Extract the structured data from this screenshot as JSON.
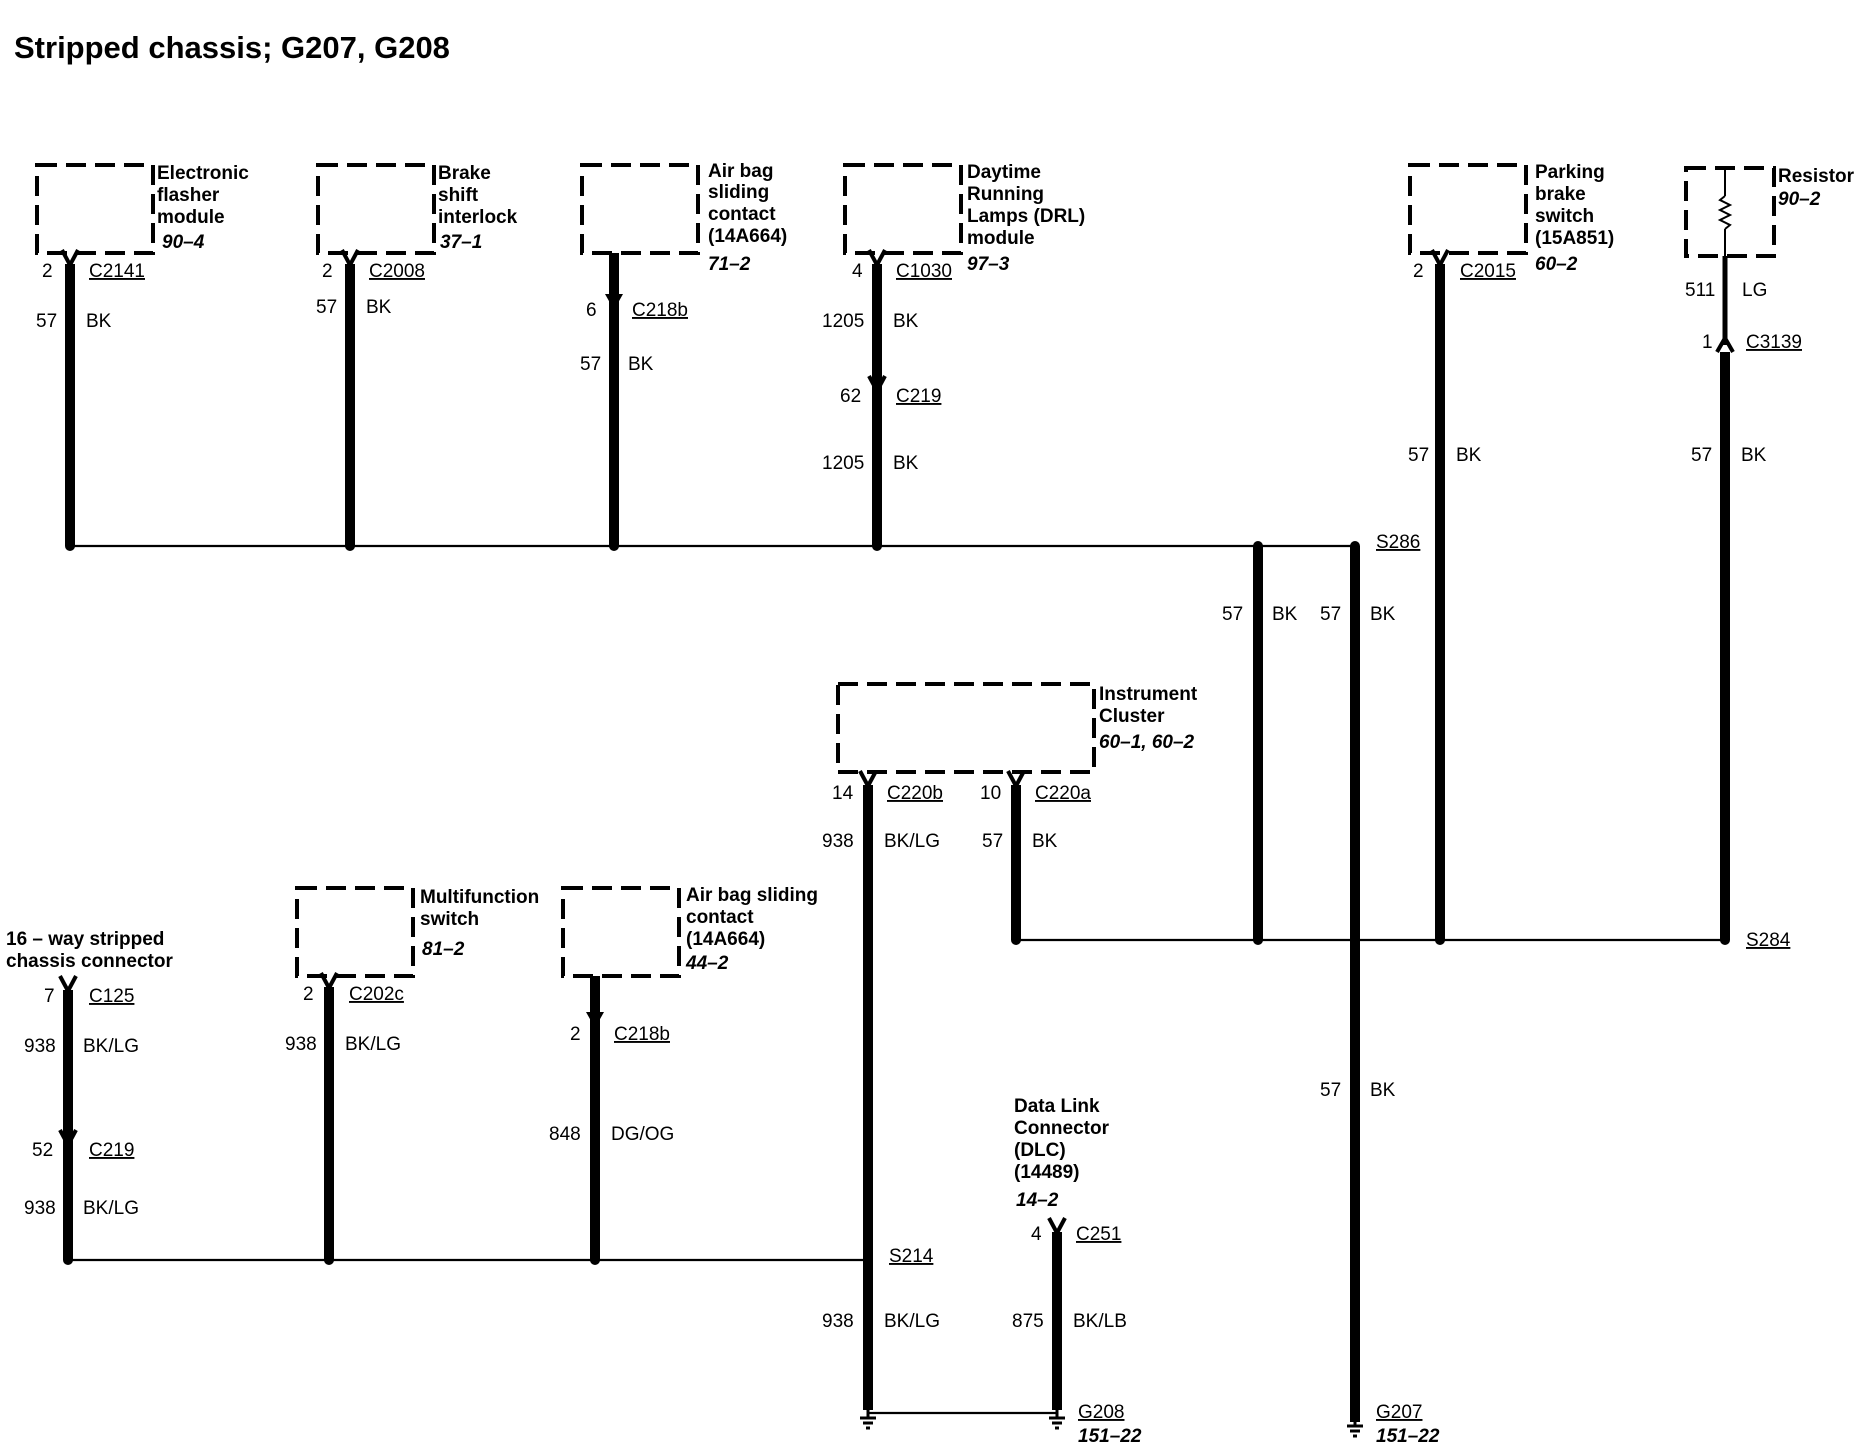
{
  "title": "Stripped chassis; G207, G208",
  "components": {
    "efm": {
      "name": [
        "Electronic",
        "flasher",
        "module"
      ],
      "ref": "90–4"
    },
    "bsi": {
      "name": [
        "Brake",
        "shift",
        "interlock"
      ],
      "ref": "37–1"
    },
    "airbag1": {
      "name": [
        "Air bag",
        "sliding",
        "contact",
        "(14A664)"
      ],
      "ref": "71–2"
    },
    "drl": {
      "name": [
        "Daytime",
        "Running",
        "Lamps (DRL)",
        "module"
      ],
      "ref": "97–3"
    },
    "pbs": {
      "name": [
        "Parking",
        "brake",
        "switch",
        "(15A851)"
      ],
      "ref": "60–2"
    },
    "resistor": {
      "name": [
        "Resistor"
      ],
      "ref": "90–2"
    },
    "cluster": {
      "name": [
        "Instrument",
        "Cluster"
      ],
      "ref": "60–1, 60–2"
    },
    "mfs": {
      "name": [
        "Multifunction",
        "switch"
      ],
      "ref": "81–2"
    },
    "airbag2": {
      "name": [
        "Air bag sliding",
        "contact",
        "(14A664)"
      ],
      "ref": "44–2"
    },
    "stripped": {
      "name": [
        "16 – way stripped",
        "chassis connector"
      ]
    },
    "dlc": {
      "name": [
        "Data Link",
        "Connector",
        "(DLC)",
        "(14489)"
      ],
      "ref": "14–2"
    }
  },
  "connectors": {
    "c2141": {
      "id": "C2141",
      "pin": "2"
    },
    "c2008": {
      "id": "C2008",
      "pin": "2"
    },
    "c218b_top": {
      "id": "C218b",
      "pin": "6"
    },
    "c1030": {
      "id": "C1030",
      "pin": "4"
    },
    "c219_top": {
      "id": "C219",
      "pin": "62"
    },
    "c2015": {
      "id": "C2015",
      "pin": "2"
    },
    "c3139": {
      "id": "C3139",
      "pin": "1"
    },
    "c220b": {
      "id": "C220b",
      "pin": "14"
    },
    "c220a": {
      "id": "C220a",
      "pin": "10"
    },
    "c125": {
      "id": "C125",
      "pin": "7"
    },
    "c219_bot": {
      "id": "C219",
      "pin": "52"
    },
    "c202c": {
      "id": "C202c",
      "pin": "2"
    },
    "c218b_bot": {
      "id": "C218b",
      "pin": "2"
    },
    "c251": {
      "id": "C251",
      "pin": "4"
    }
  },
  "wires": {
    "w1": {
      "circuit": "57",
      "color": "BK"
    },
    "w2": {
      "circuit": "57",
      "color": "BK"
    },
    "w3": {
      "circuit": "57",
      "color": "BK"
    },
    "w4a": {
      "circuit": "1205",
      "color": "BK"
    },
    "w4b": {
      "circuit": "1205",
      "color": "BK"
    },
    "w5": {
      "circuit": "57",
      "color": "BK"
    },
    "w6a": {
      "circuit": "511",
      "color": "LG"
    },
    "w6b": {
      "circuit": "57",
      "color": "BK"
    },
    "wS286a": {
      "circuit": "57",
      "color": "BK"
    },
    "wS286b": {
      "circuit": "57",
      "color": "BK"
    },
    "w220b": {
      "circuit": "938",
      "color": "BK/LG"
    },
    "w220a": {
      "circuit": "57",
      "color": "BK"
    },
    "w125a": {
      "circuit": "938",
      "color": "BK/LG"
    },
    "w125b": {
      "circuit": "938",
      "color": "BK/LG"
    },
    "w202c": {
      "circuit": "938",
      "color": "BK/LG"
    },
    "w218b": {
      "circuit": "848",
      "color": "DG/OG"
    },
    "wS214": {
      "circuit": "938",
      "color": "BK/LG"
    },
    "w251": {
      "circuit": "875",
      "color": "BK/LB"
    },
    "wG207": {
      "circuit": "57",
      "color": "BK"
    }
  },
  "splices": {
    "s286": "S286",
    "s284": "S284",
    "s214": "S214"
  },
  "grounds": {
    "g208": {
      "id": "G208",
      "ref": "151–22"
    },
    "g207": {
      "id": "G207",
      "ref": "151–22"
    }
  }
}
